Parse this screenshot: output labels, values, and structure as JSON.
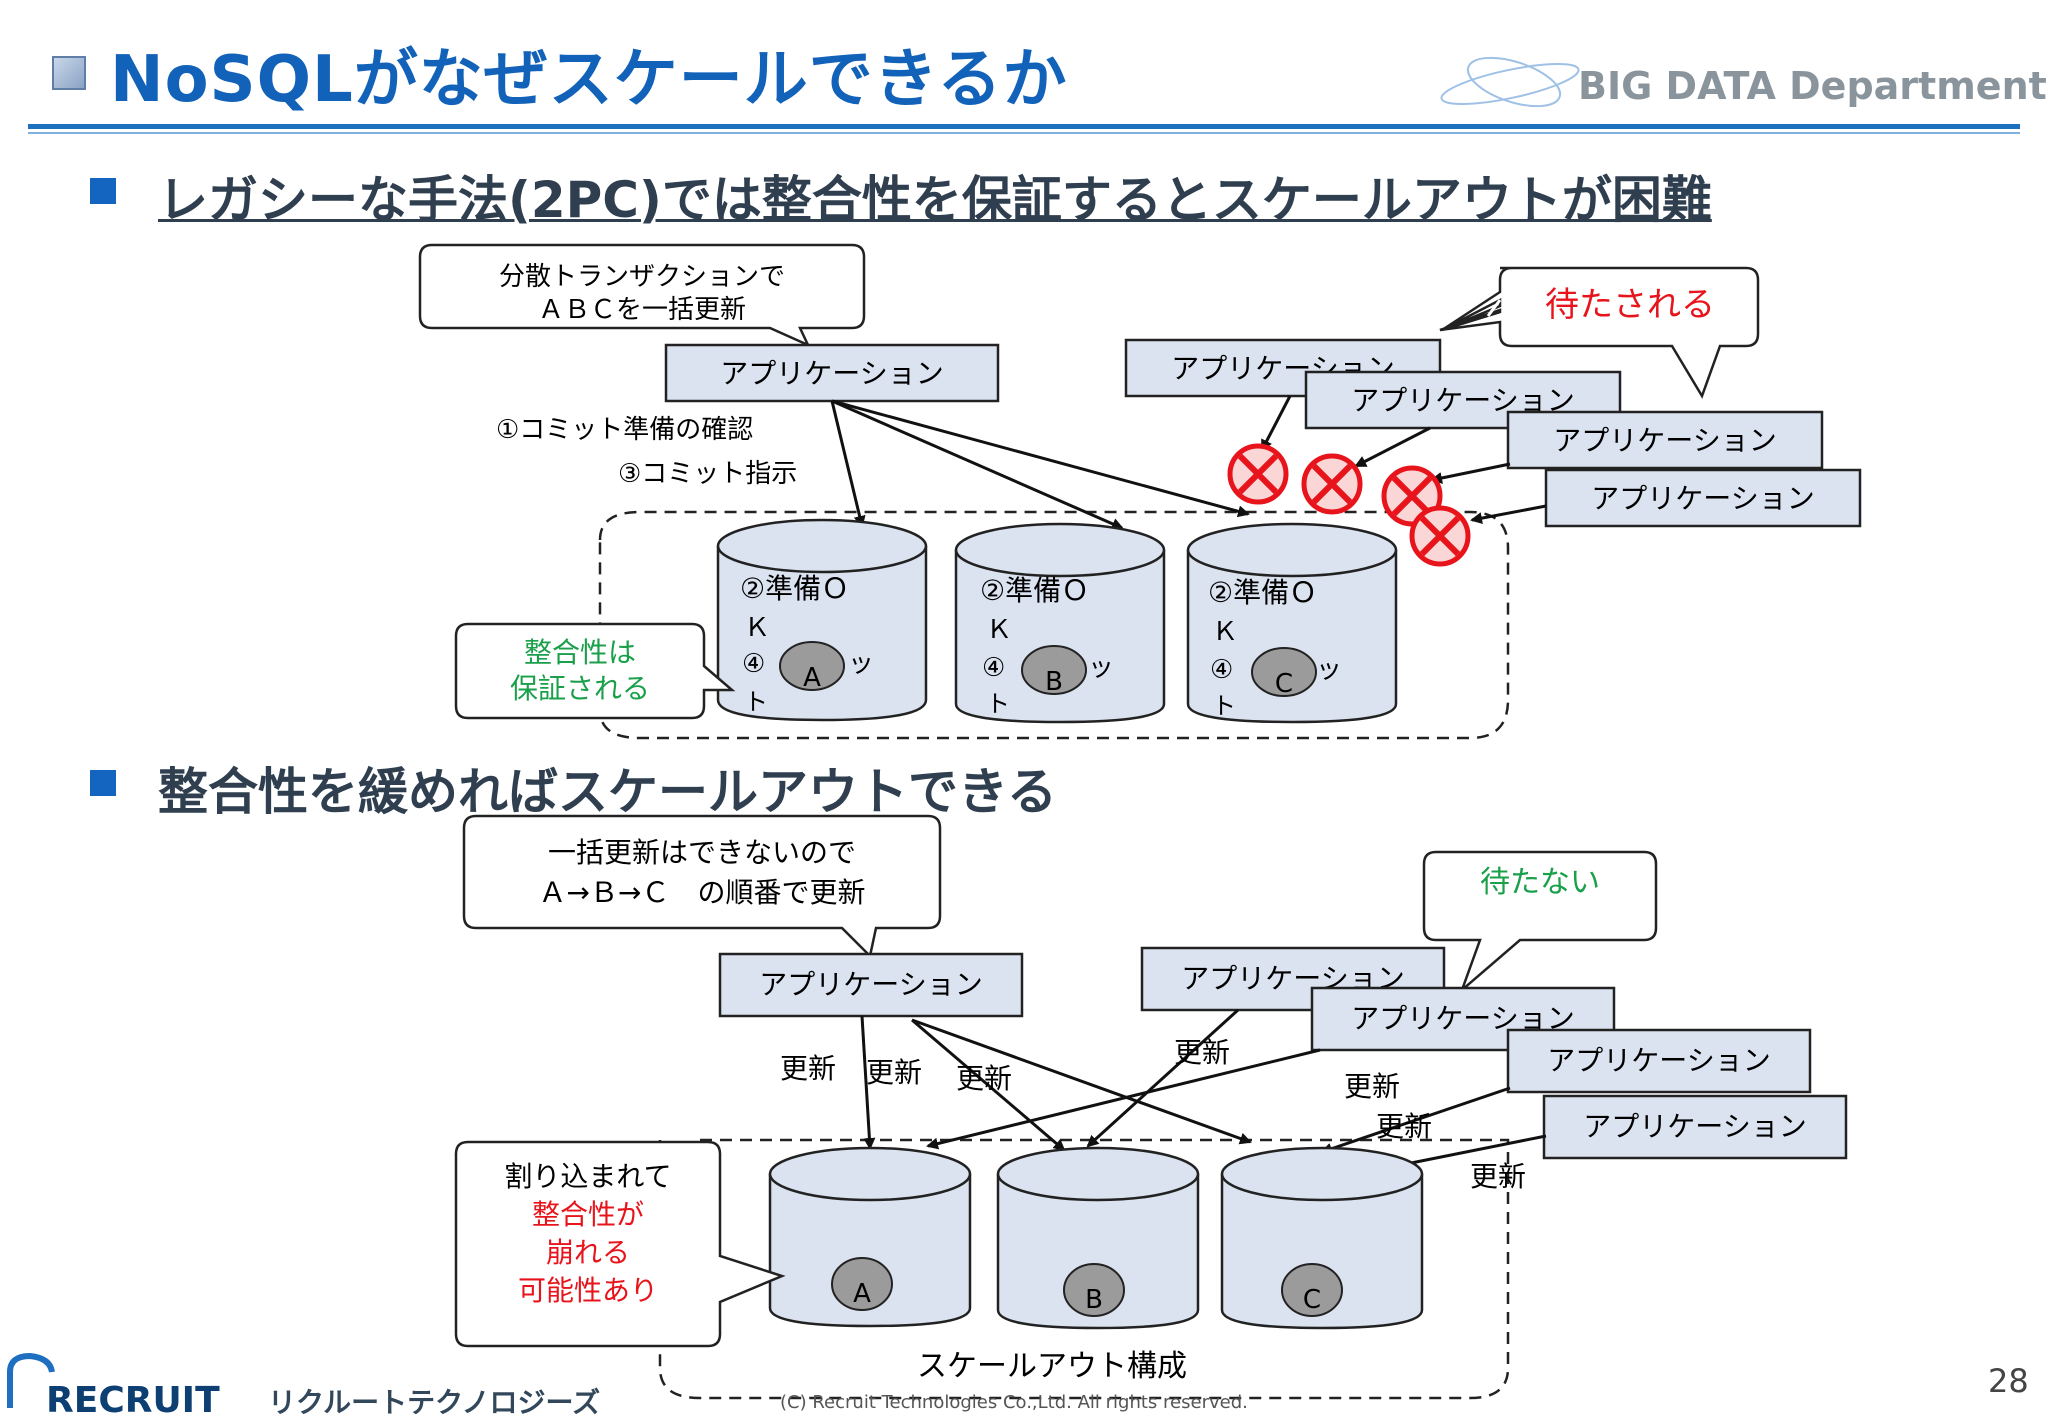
{
  "slide": {
    "title": "NoSQLがなぜスケールできるか",
    "department": "BIG DATA Department",
    "page_number": "28",
    "copyright": "(C) Recruit Technologies Co.,Ltd. All rights reserved.",
    "logo_main": "RECRUIT",
    "logo_sub": "リクルートテクノロジーズ"
  },
  "section1": {
    "heading": "レガシーな手法(2PC)では整合性を保証するとスケールアウトが困難",
    "callout_tx_line1": "分散トランザクションで",
    "callout_tx_line2": "ＡＢＣを一括更新",
    "app_label": "アプリケーション",
    "step1": "①コミット準備の確認",
    "step3": "③コミット指示",
    "waiting": "待たされる",
    "db_line1": "②準備Ｏ",
    "db_line2": "Ｋ",
    "db_line3": "④",
    "db_line3b": "ッ",
    "db_line4": "ト",
    "node_a": "A",
    "node_b": "B",
    "node_c": "C",
    "guarantee_line1": "整合性は",
    "guarantee_line2": "保証される"
  },
  "section2": {
    "heading": "整合性を緩めればスケールアウトできる",
    "callout_line1": "一括更新はできないので",
    "callout_line2": "Ａ→Ｂ→Ｃ　の順番で更新",
    "app_label": "アプリケーション",
    "no_wait": "待たない",
    "update": "更新",
    "interrupt_line1": "割り込まれて",
    "interrupt_line2": "整合性が",
    "interrupt_line3": "崩れる",
    "interrupt_line4": "可能性あり",
    "scaleout": "スケールアウト構成",
    "node_a": "A",
    "node_b": "B",
    "node_c": "C"
  },
  "colors": {
    "title_blue": "#1162b8",
    "box_fill": "#dbe3f0",
    "red": "#e8141c",
    "green": "#1aa04a"
  }
}
